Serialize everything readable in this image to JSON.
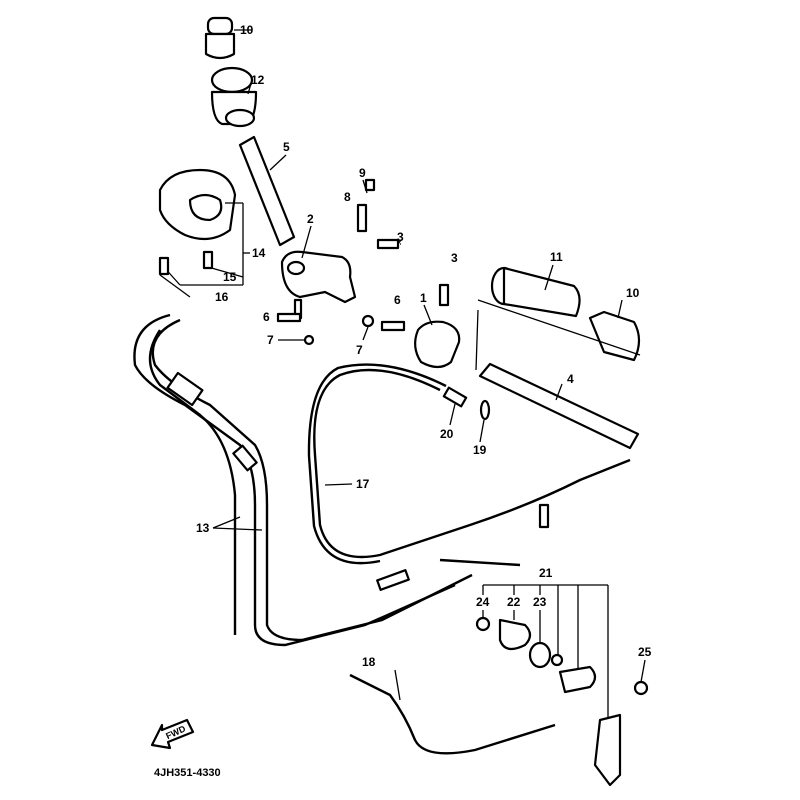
{
  "diagram": {
    "part_code": "4JH351-4330",
    "fwd_label": "FWD",
    "callouts": {
      "grip_end_left": "10",
      "grip_left": "12",
      "handlebar_left": "5",
      "screw_9": "9",
      "screw_8": "8",
      "holder_2": "2",
      "bolt_3_left": "3",
      "bolt_3_right": "3",
      "grip_right": "11",
      "grip_end_right": "10",
      "bracket_14": "14",
      "screw_15": "15",
      "screw_16": "16",
      "bolt_6_left": "6",
      "bolt_6_right": "6",
      "holder_1": "1",
      "nut_7_left": "7",
      "nut_7_right": "7",
      "handlebar_right": "4",
      "adjuster_20": "20",
      "washer_19": "19",
      "cable_17": "17",
      "cable_13": "13",
      "assembly_21": "21",
      "bolt_24": "24",
      "lever_22": "22",
      "washer_23": "23",
      "bolt_25": "25",
      "cable_18": "18"
    }
  }
}
